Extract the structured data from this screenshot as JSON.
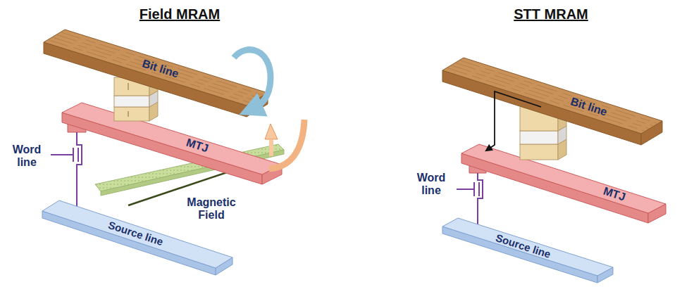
{
  "diagram": {
    "nodes": [
      {
        "text": [
          "Bit line"
        ]
      },
      {
        "text": [
          "MTJ"
        ]
      },
      {
        "text": [
          "Source line"
        ]
      },
      {
        "text": [
          "Bit line"
        ]
      },
      {
        "text": [
          "MTJ"
        ]
      },
      {
        "text": [
          "Source line"
        ]
      }
    ],
    "labels": [
      "Field MRAM",
      "STT MRAM",
      "Word line",
      "Magnetic Field",
      "Word line"
    ]
  }
}
